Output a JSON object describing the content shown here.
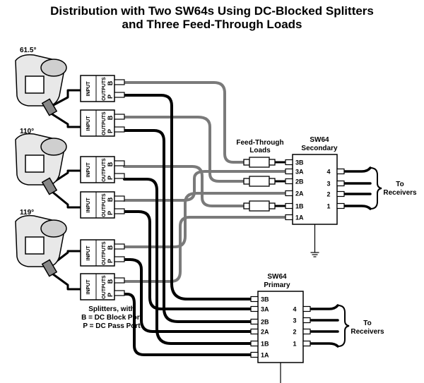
{
  "title_line1": "Distribution with Two SW64s Using DC-Blocked Splitters",
  "title_line2": "and Three Feed-Through Loads",
  "dishes": [
    "61.5°",
    "110°",
    "119°"
  ],
  "splitter": {
    "input": "INPUT",
    "outputs": "OUTPUTS",
    "b": "B",
    "p": "P"
  },
  "feed_through_label": [
    "Feed-Through",
    "Loads"
  ],
  "secondary": {
    "title": [
      "SW64",
      "Secondary"
    ],
    "inputs": [
      "3B",
      "3A",
      "2B",
      "2A",
      "1B",
      "1A"
    ],
    "outputs": [
      "4",
      "3",
      "2",
      "1"
    ],
    "receivers": [
      "To",
      "Receivers"
    ]
  },
  "primary": {
    "title": [
      "SW64",
      "Primary"
    ],
    "inputs": [
      "3B",
      "3A",
      "2B",
      "2A",
      "1B",
      "1A"
    ],
    "outputs": [
      "4",
      "3",
      "2",
      "1"
    ],
    "receivers": [
      "To",
      "Receivers"
    ]
  },
  "legend": [
    "Splitters, with",
    "B = DC Block Port",
    "P = DC Pass Port"
  ],
  "colors": {
    "gray_cable": "#7a7a7a",
    "black_cable": "#000000"
  }
}
